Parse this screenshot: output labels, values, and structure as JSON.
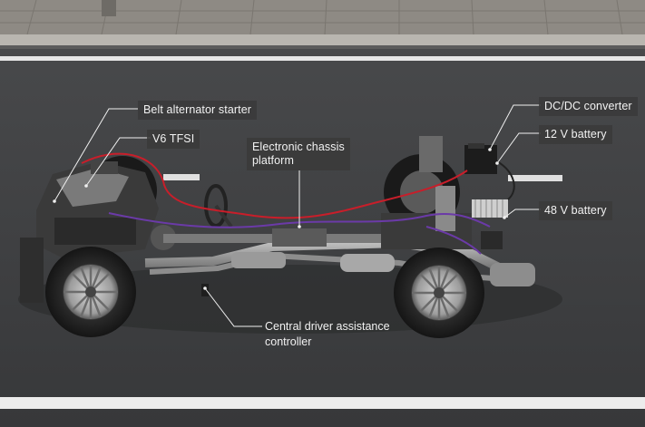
{
  "labels": {
    "belt_alternator_starter": "Belt alternator starter",
    "v6_tfsi": "V6 TFSI",
    "electronic_chassis_platform": [
      "Electronic chassis",
      "platform"
    ],
    "dcdc_converter": "DC/DC converter",
    "battery_12v": "12 V battery",
    "battery_48v": "48 V battery",
    "central_driver_assistance_controller": [
      "Central driver assistance",
      "controller"
    ]
  },
  "colors": {
    "road": "#3d3e40",
    "sidewalk": "#8e8a84",
    "curb": "#b9b6b0",
    "lane_marking": "#e8e8e8",
    "label_bg": "#3a3a3a",
    "label_text": "#f2f2f2",
    "cable_red": "#c81e2a",
    "cable_purple": "#6b3aa8"
  }
}
